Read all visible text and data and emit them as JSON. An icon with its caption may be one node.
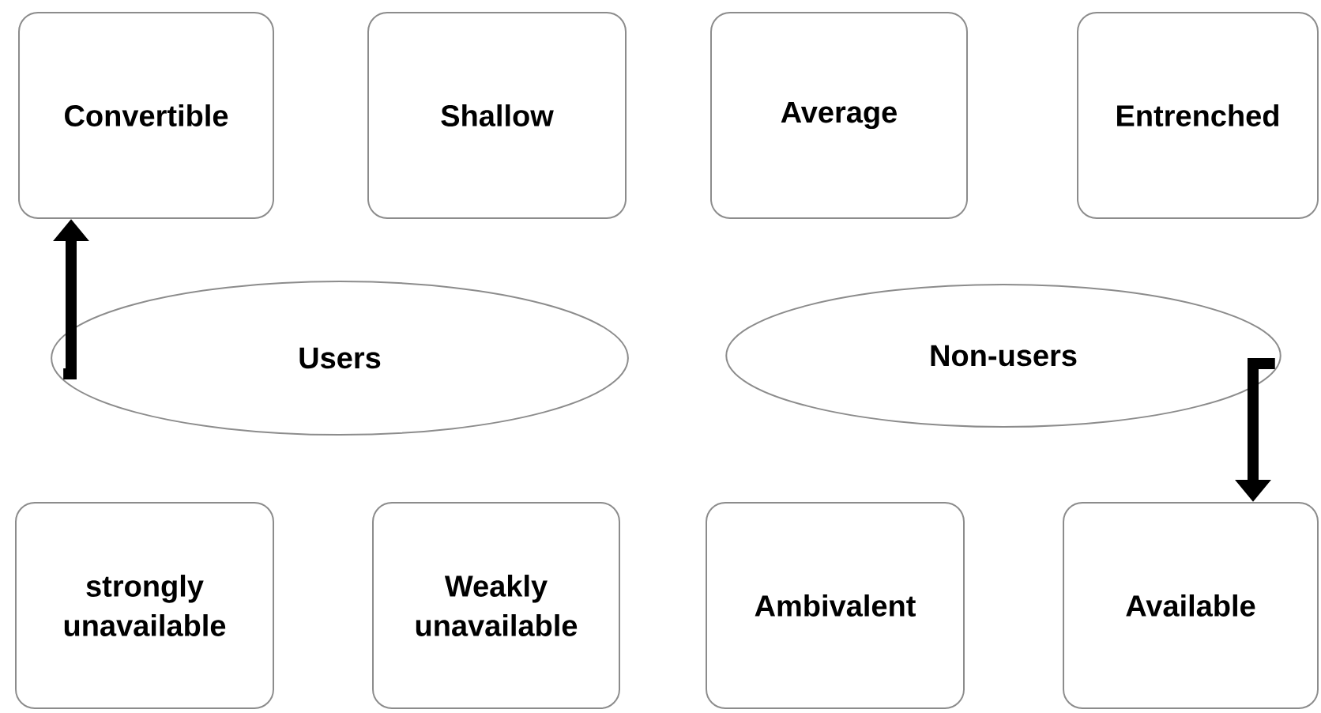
{
  "diagram": {
    "nodes": [
      {
        "text": [
          "Convertible"
        ]
      },
      {
        "text": [
          "Shallow"
        ]
      },
      {
        "text": [
          "Average"
        ]
      },
      {
        "text": [
          "Entrenched"
        ]
      },
      {
        "text": [
          "Users"
        ]
      },
      {
        "text": [
          "Non-users"
        ]
      },
      {
        "text": [
          "strongly unavailable"
        ]
      },
      {
        "text": [
          "Weakly unavailable"
        ]
      },
      {
        "text": [
          "Ambivalent"
        ]
      },
      {
        "text": [
          "Available"
        ]
      }
    ],
    "edges": [
      {
        "from": 4,
        "to": 0,
        "arrow": "to"
      },
      {
        "from": 5,
        "to": 9,
        "arrow": "to"
      }
    ]
  }
}
